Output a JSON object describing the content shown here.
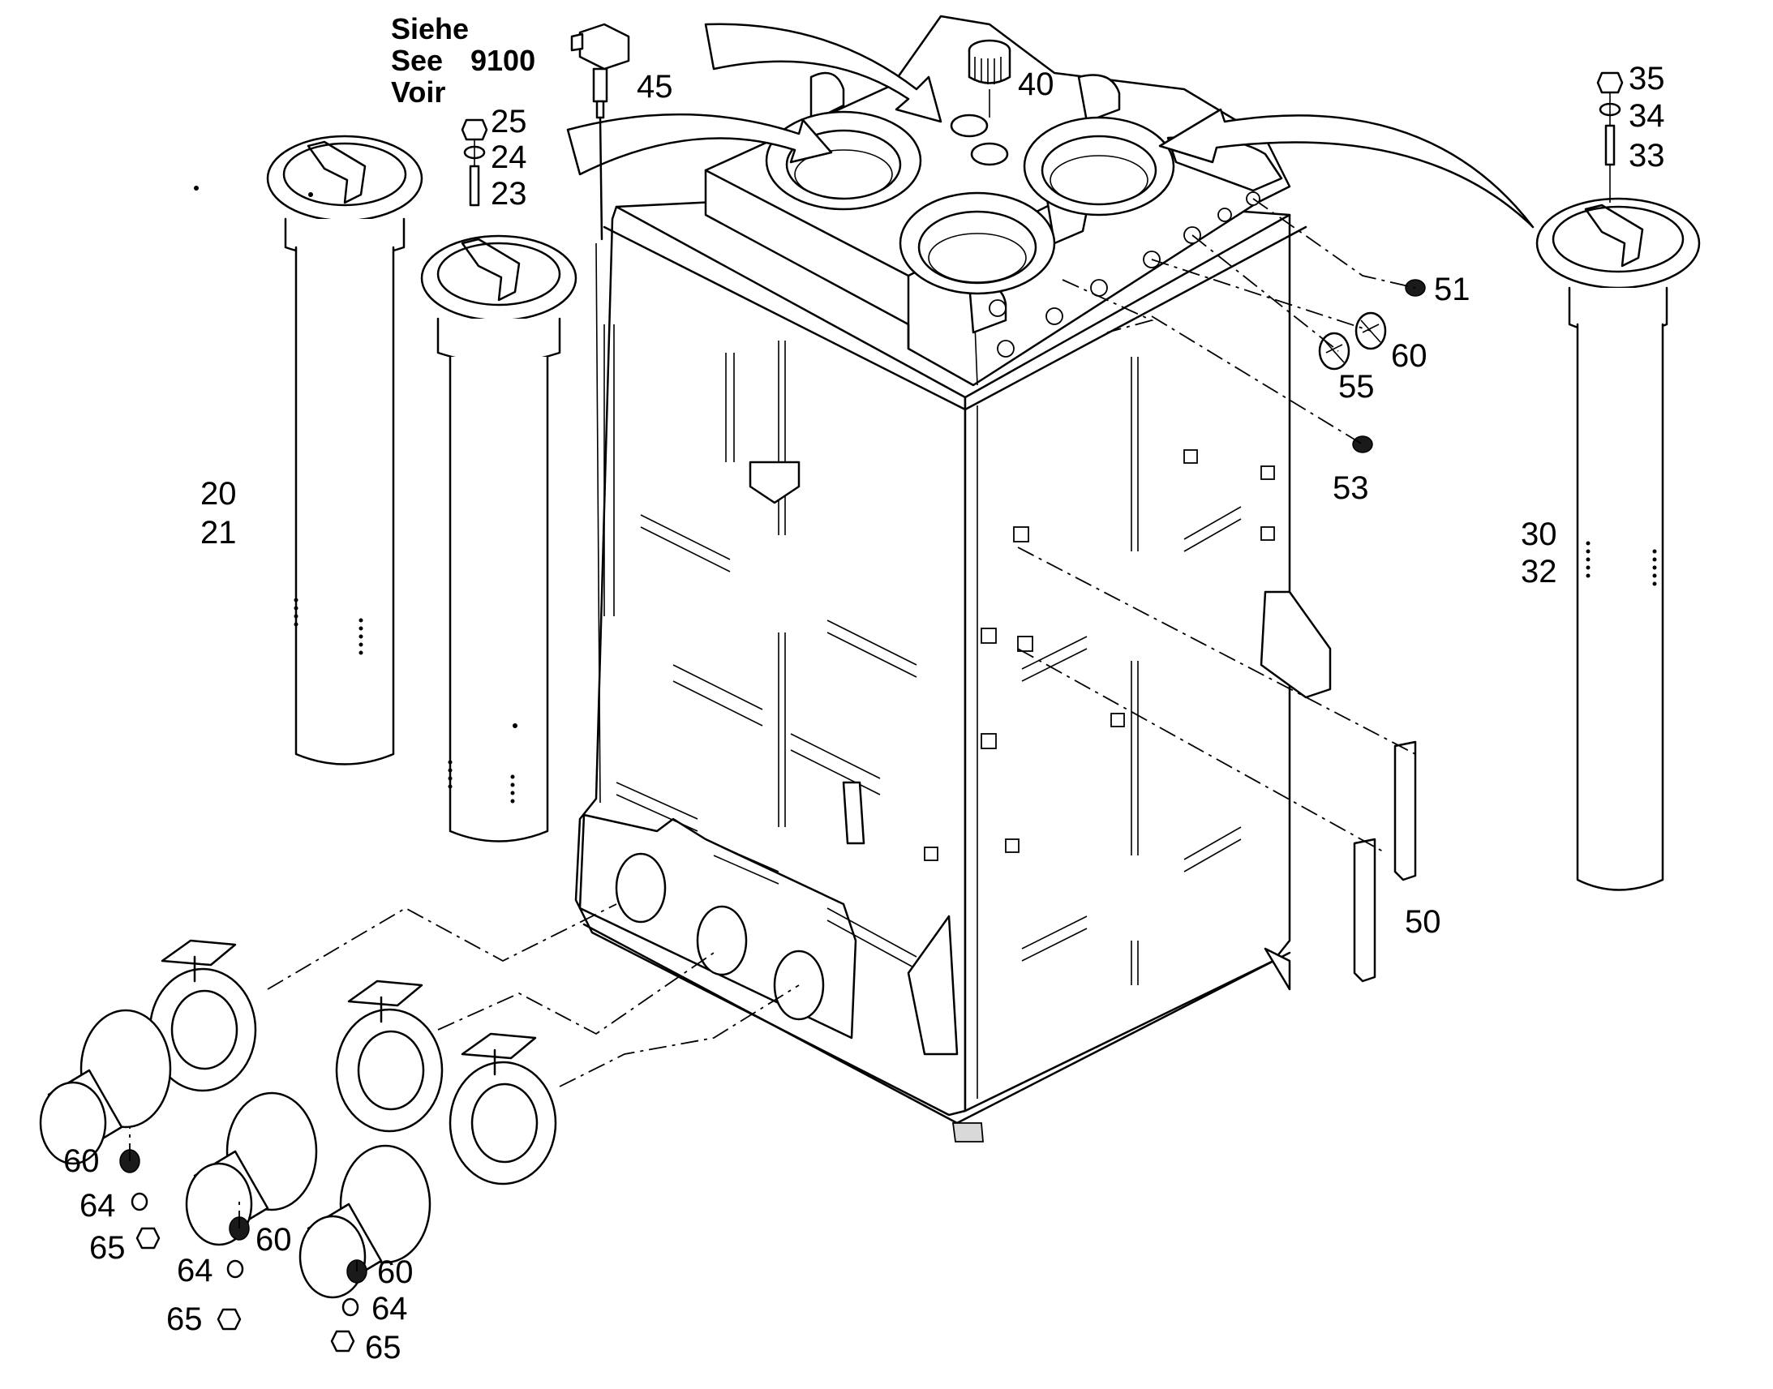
{
  "reference_note": {
    "lines": [
      "Siehe",
      "See",
      "Voir"
    ],
    "number": "9100"
  },
  "part_labels": {
    "p20": "20",
    "p21": "21",
    "p23": "23",
    "p24": "24",
    "p25": "25",
    "p30": "30",
    "p32": "32",
    "p33": "33",
    "p34": "34",
    "p35": "35",
    "p40": "40",
    "p45": "45",
    "p50": "50",
    "p51": "51",
    "p53": "53",
    "p55": "55",
    "p60_a": "60",
    "p60_b": "60",
    "p60_c": "60",
    "p60_d": "60",
    "p64_a": "64",
    "p64_b": "64",
    "p64_c": "64",
    "p65_a": "65",
    "p65_b": "65",
    "p65_c": "65"
  }
}
